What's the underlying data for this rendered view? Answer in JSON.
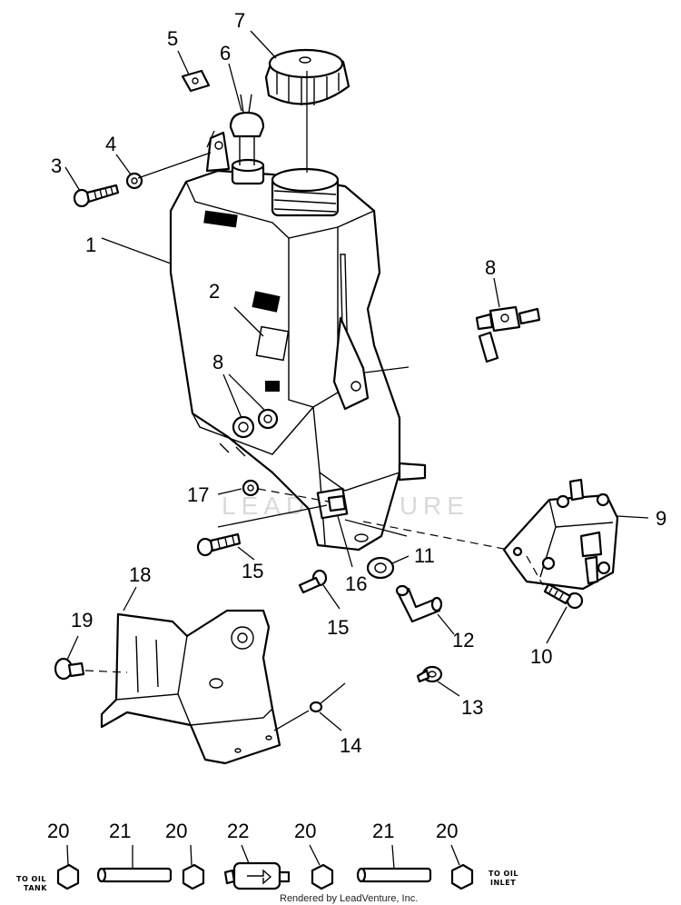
{
  "diagram": {
    "callouts": [
      {
        "id": "c1",
        "label": "1"
      },
      {
        "id": "c2",
        "label": "2"
      },
      {
        "id": "c3",
        "label": "3"
      },
      {
        "id": "c4",
        "label": "4"
      },
      {
        "id": "c5",
        "label": "5"
      },
      {
        "id": "c6",
        "label": "6"
      },
      {
        "id": "c7",
        "label": "7"
      },
      {
        "id": "c8a",
        "label": "8"
      },
      {
        "id": "c8b",
        "label": "8"
      },
      {
        "id": "c9",
        "label": "9"
      },
      {
        "id": "c10",
        "label": "10"
      },
      {
        "id": "c11",
        "label": "11"
      },
      {
        "id": "c12",
        "label": "12"
      },
      {
        "id": "c13",
        "label": "13"
      },
      {
        "id": "c14",
        "label": "14"
      },
      {
        "id": "c15a",
        "label": "15"
      },
      {
        "id": "c15b",
        "label": "15"
      },
      {
        "id": "c16",
        "label": "16"
      },
      {
        "id": "c17",
        "label": "17"
      },
      {
        "id": "c18",
        "label": "18"
      },
      {
        "id": "c19",
        "label": "19"
      },
      {
        "id": "c20a",
        "label": "20"
      },
      {
        "id": "c20b",
        "label": "20"
      },
      {
        "id": "c20c",
        "label": "20"
      },
      {
        "id": "c20d",
        "label": "20"
      },
      {
        "id": "c21a",
        "label": "21"
      },
      {
        "id": "c21b",
        "label": "21"
      },
      {
        "id": "c22",
        "label": "22"
      }
    ],
    "line_labels": {
      "to_oil_tank": [
        "TO OIL",
        "TANK"
      ],
      "to_oil_inlet": [
        "TO OIL",
        "INLET"
      ]
    },
    "watermark": "LEADVENTURE",
    "credit": "Rendered by LeadVenture, Inc."
  }
}
